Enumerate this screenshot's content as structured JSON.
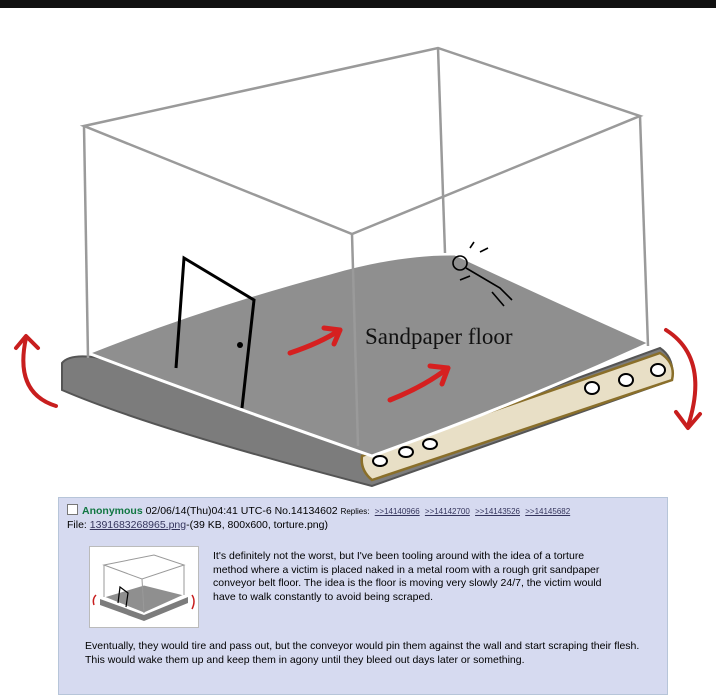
{
  "drawing": {
    "caption": "Sandpaper floor"
  },
  "post": {
    "name": "Anonymous",
    "datetime": "02/06/14(Thu)04:41 UTC-6",
    "post_number": "No.14134602",
    "replies_label": "Replies:",
    "replies": [
      ">>14140966",
      ">>14142700",
      ">>14143526",
      ">>14145682"
    ],
    "file_label": "File:",
    "file_link": "1391683268965.png",
    "file_meta": "-(39 KB, 800x600, torture.png)",
    "message_1": "It's definitely not the worst, but I've been tooling around with the idea of a torture method where a victim is placed naked in a metal room with a rough grit sandpaper conveyor belt floor. The idea is the floor is moving very slowly 24/7, the victim would have to walk constantly to avoid being scraped.",
    "message_2": "Eventually, they would tire and pass out, but the conveyor would pin them against the wall and start scraping their flesh. This would wake them up and keep them in agony until they bleed out days later or something."
  },
  "colors": {
    "post_bg": "#d6daf0",
    "name_green": "#117743",
    "link_blue": "#34345c",
    "arrow_red": "#d62020",
    "floor_gray": "#8a8a8a"
  }
}
